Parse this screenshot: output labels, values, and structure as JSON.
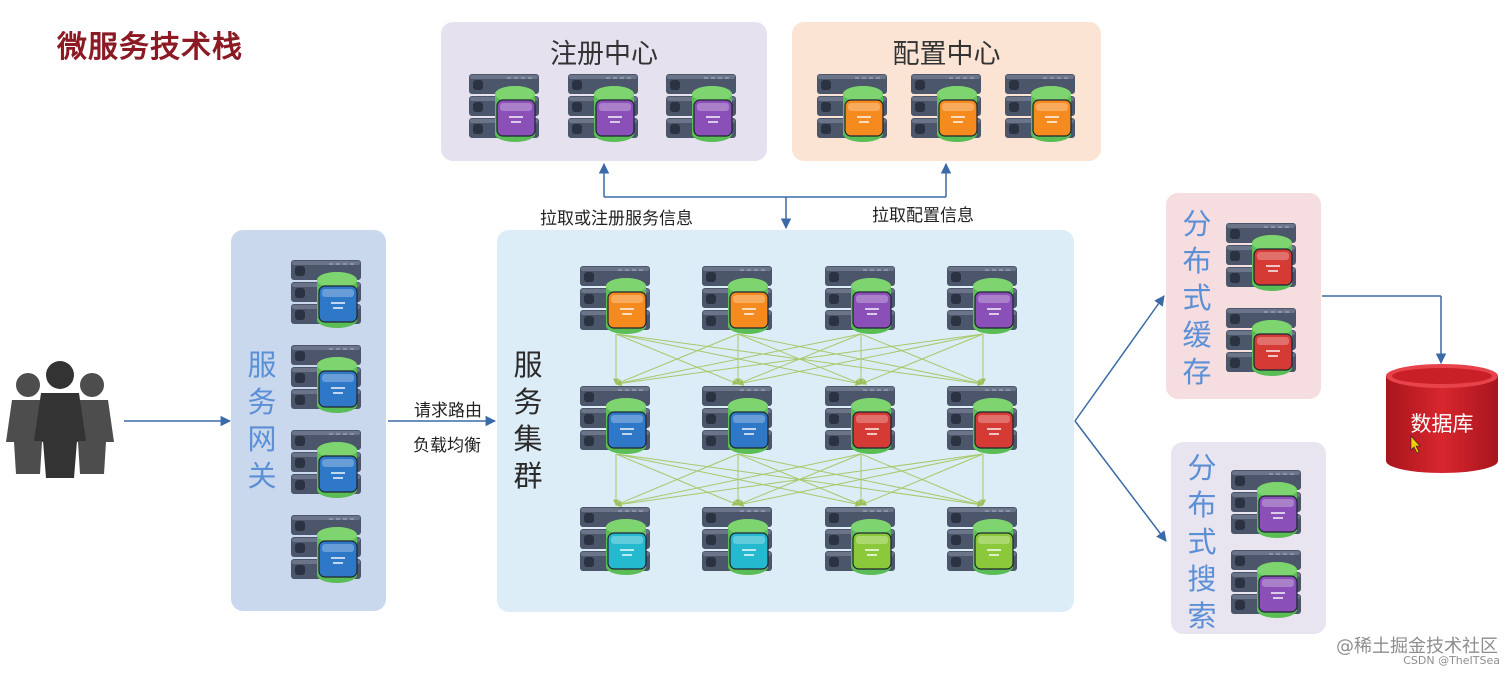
{
  "title": "微服务技术栈",
  "registry": {
    "label": "注册中心"
  },
  "config": {
    "label": "配置中心"
  },
  "gateway": {
    "label": [
      "服",
      "务",
      "网",
      "关"
    ]
  },
  "cluster": {
    "label": [
      "服",
      "务",
      "集",
      "群"
    ]
  },
  "cache": {
    "label": [
      "分",
      "布",
      "式",
      "缓",
      "存"
    ]
  },
  "search": {
    "label": [
      "分",
      "布",
      "式",
      "搜",
      "索"
    ]
  },
  "database": {
    "label": "数据库"
  },
  "edges": {
    "register_pull": "拉取或注册服务信息",
    "config_pull": "拉取配置信息",
    "route_line1": "请求路由",
    "route_line2": "负载均衡"
  },
  "watermark": "@稀土掘金技术社区",
  "csdn": "CSDN @TheITSea",
  "colors": {
    "title": "#8b1a24",
    "orange": "#f58a1f",
    "purple": "#8b4fb8",
    "blue": "#2f78c8",
    "red": "#d63a35",
    "cyan": "#25b9cf",
    "lime": "#8cc93a",
    "green_disk": "#5bbd55",
    "server_body": "#4a5568"
  }
}
